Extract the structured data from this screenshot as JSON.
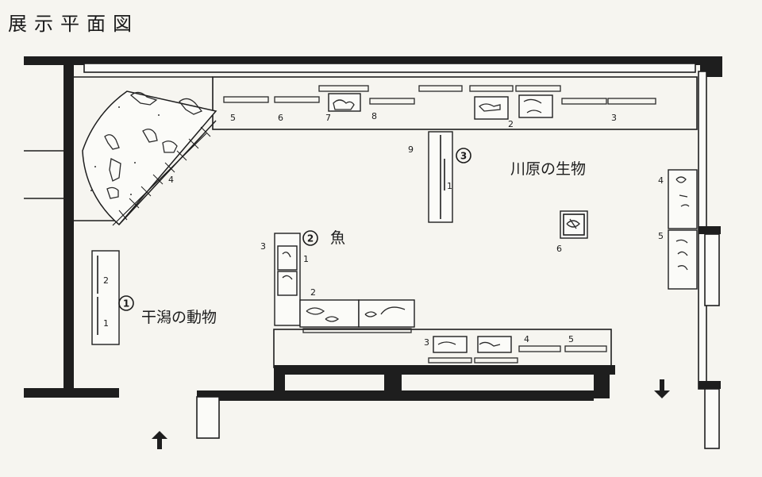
{
  "title": "展示平面図",
  "zones": {
    "higata": {
      "marker": "1",
      "label": "干潟の動物"
    },
    "fish": {
      "marker": "2",
      "label": "魚"
    },
    "riverside": {
      "marker": "3",
      "label": "川原の生物"
    }
  },
  "case_numbers": {
    "top_5": "5",
    "top_6": "6",
    "top_7": "7",
    "top_8": "8",
    "top_2": "2",
    "top_3": "3",
    "corner_4": "4",
    "center_9": "9",
    "center_1": "1",
    "right_4": "4",
    "right_5": "5",
    "center_6": "6",
    "fish_3": "3",
    "fish_1": "1",
    "fish_2": "2",
    "lower_3": "3",
    "lower_4": "4",
    "lower_5": "5",
    "left_2": "2",
    "left_1": "1"
  },
  "icons": [
    "entrance-arrow-up-icon",
    "exit-arrow-down-icon"
  ]
}
